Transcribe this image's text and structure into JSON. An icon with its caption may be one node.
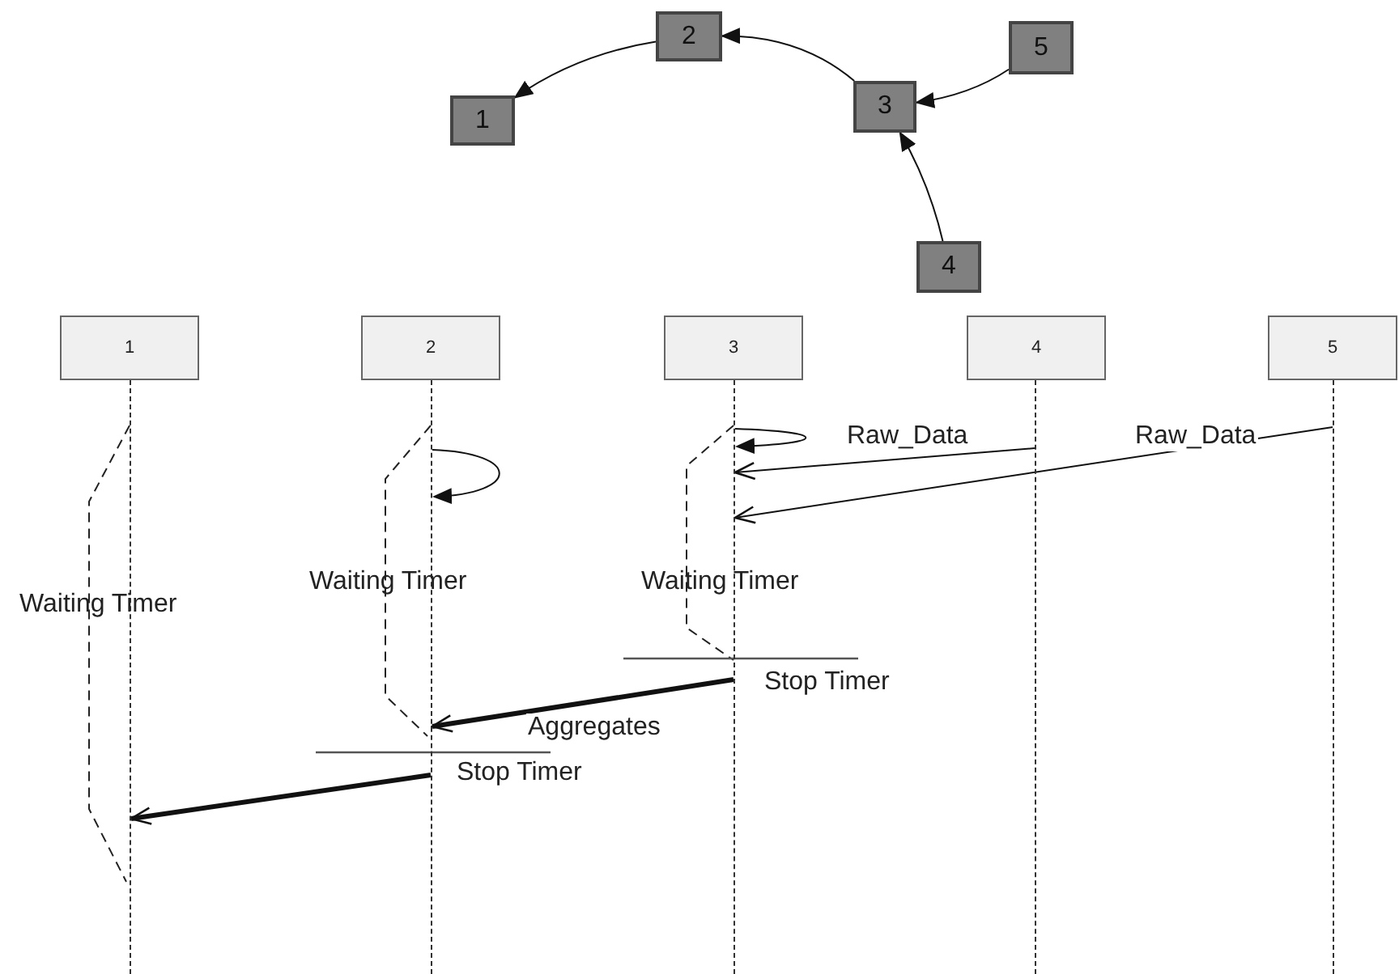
{
  "diagram": {
    "nodes": [
      {
        "text": [
          "1"
        ]
      },
      {
        "text": [
          "2"
        ]
      },
      {
        "text": [
          "3"
        ]
      },
      {
        "text": [
          "4"
        ]
      },
      {
        "text": [
          "5"
        ]
      },
      {
        "text": [
          "1"
        ]
      },
      {
        "text": [
          "2"
        ]
      },
      {
        "text": [
          "3"
        ]
      },
      {
        "text": [
          "4"
        ]
      },
      {
        "text": [
          "5"
        ]
      },
      {
        "text": [],
        "shape": "line"
      },
      {
        "text": [],
        "shape": "line"
      },
      {
        "text": [],
        "shape": "line"
      },
      {
        "text": [],
        "shape": "line"
      },
      {
        "text": [],
        "shape": "line"
      }
    ],
    "edges": [
      {
        "from": 1,
        "to": 0,
        "arrow": "to"
      },
      {
        "from": 2,
        "to": 1,
        "arrow": "to"
      },
      {
        "from": 4,
        "to": 2,
        "arrow": "to"
      },
      {
        "from": 3,
        "to": 2,
        "arrow": "to"
      },
      {
        "from": 12,
        "to": 12,
        "arrow": "to"
      },
      {
        "from": 13,
        "to": 12,
        "arrow": "to",
        "label": "Raw_Data"
      },
      {
        "from": 14,
        "to": 12,
        "arrow": "to",
        "label": "Raw_Data"
      },
      {
        "from": 11,
        "to": 11,
        "arrow": "to"
      },
      {
        "from": 12,
        "to": 11,
        "arrow": "to",
        "label": "Aggregates",
        "style": "thick"
      },
      {
        "from": 11,
        "to": 10,
        "arrow": "to",
        "style": "thick"
      }
    ],
    "labels": [
      "Waiting Timer",
      "Waiting Timer",
      "Waiting Timer",
      "Stop Timer",
      "Stop Timer"
    ]
  }
}
